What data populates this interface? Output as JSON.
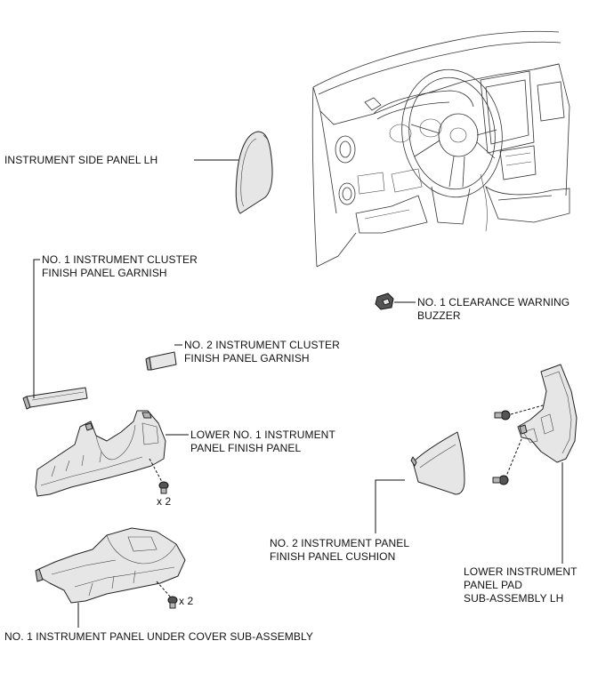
{
  "labels": {
    "side_panel": [
      "INSTRUMENT SIDE PANEL LH"
    ],
    "cluster_garnish_1": [
      "NO. 1 INSTRUMENT CLUSTER",
      "FINISH PANEL GARNISH"
    ],
    "buzzer": [
      "NO. 1 CLEARANCE WARNING",
      "BUZZER"
    ],
    "cluster_garnish_2": [
      "NO. 2 INSTRUMENT CLUSTER",
      "FINISH PANEL GARNISH"
    ],
    "lower_finish_panel": [
      "LOWER NO. 1 INSTRUMENT",
      "PANEL FINISH PANEL"
    ],
    "cushion": [
      "NO. 2 INSTRUMENT PANEL",
      "FINISH PANEL CUSHION"
    ],
    "pad_lh": [
      "LOWER INSTRUMENT",
      "PANEL PAD",
      "SUB-ASSEMBLY LH"
    ],
    "under_cover": [
      "NO. 1 INSTRUMENT PANEL UNDER COVER SUB-ASSEMBLY"
    ]
  },
  "quantities": {
    "finish_panel_clips": "x 2",
    "under_cover_screws": "x 2"
  }
}
